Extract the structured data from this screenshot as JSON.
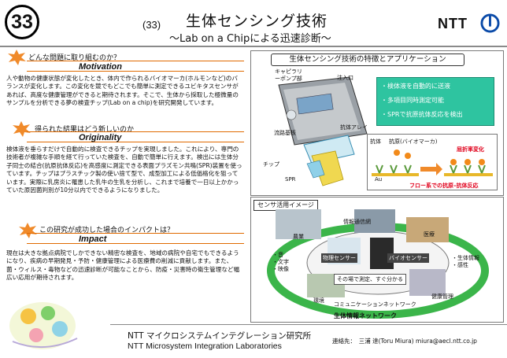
{
  "header": {
    "number_badge": "33",
    "number_paren": "(33)",
    "title": "生体センシング技術",
    "subtitle": "～Lab on a Chipによる迅速診断～",
    "brand": "NTT"
  },
  "sections": [
    {
      "question": "どんな問題に取り組むのか？",
      "heading": "Motivation",
      "body": "人や動物の健康状態が変化したとき、体内で作られるバイオマーカ(ホルモンなど)のバランスが変化します。この変化を競でもどこでも簡単に測定できるユビキタスセンサがあれば、高度な健康管理ができると期待されます。そこで、生体から採取した極微量のサンプルを分析できる夢の検査チップ(Lab on a chip)を研究開発しています。"
    },
    {
      "question": "得られた結果はどう新しいのか",
      "heading": "Originality",
      "body": "検体液を垂らすだけで自動的に検査できるチップを実現しました。これにより、専門の技術者が複雑な手順を経て行っていた検査を、自動で簡単に行えます。検出には生体分子同士の結合(抗原抗体反応)を高感度に測定できる表面プラズモン共鳴(SPR)装置を使っています。チップはプラスチック製の使い捨て型で、成型加工による低価格化を狙っています。実際に乳房炎に罹患した乳牛の生乳を分析し、これまで培養で一日以上かかっていた原因菌判別が10分以内でできるようになりました。"
    },
    {
      "question": "この研究が成功した場合のインパクトは？",
      "heading": "Impact",
      "body": "現在は大きな拠点病院でしかできない精密な検査を、地域の病院や自宅でもできるようになり、疾病の早期発見・予防・健康管理による医療費の削減に貢献します。また、菌・ウィルス・毒物などの迅速診断が可能なことから、防疫・災害時の衛生管理など幅広い応用が期待されます。"
    }
  ],
  "features_panel": {
    "title": "生体センシング技術の特徴とアプリケーション",
    "chip_labels": {
      "capillary_pump": "キャピラリーポンプ部",
      "inlet": "注入口",
      "flow_channel": "流路基板",
      "antibody_array": "抗体アレイ",
      "chip": "チップ",
      "spr": "SPR"
    },
    "features": [
      "・検体液を自動的に送液",
      "・多項目同時測定可能",
      "・SPRで抗原抗体反応を検出"
    ],
    "diagram": {
      "antibody": "抗体",
      "antigen": "抗原(バイオマーカ)",
      "refractive_change": "屈折率変化",
      "au": "Au",
      "caption": "フロー系での抗原–抗体反応"
    }
  },
  "sensor_panel": {
    "title": "センサ活用イメージ",
    "labels": {
      "info_terminal": "情報通信網",
      "agriculture": "農業",
      "medical": "医療",
      "senses": "・音\n・文字\n・映像",
      "physical_sensor": "物理センサー",
      "bio_sensor": "バイオセンサー",
      "bio_info": "・生体情報\n・感性",
      "measure_anywhere": "その場で測定、すぐ分かる",
      "environment": "環境",
      "health": "健康管理",
      "comm_network": "コミュニケーションネットワーク",
      "bio_network": "生体情報ネットワーク"
    }
  },
  "footer": {
    "lab_jp": "NTT マイクロシステムインテグレーション研究所",
    "lab_en": "NTT Microsystem Integration  Laboratories",
    "contact": "連絡先：　三浦 達(Toru Miura)  miura@aecl.ntt.co.jp"
  },
  "colors": {
    "accent_orange": "#e06a00",
    "feature_teal": "#2ec4a0",
    "network_green": "#3bb54a",
    "alert_red": "#e0001b"
  }
}
